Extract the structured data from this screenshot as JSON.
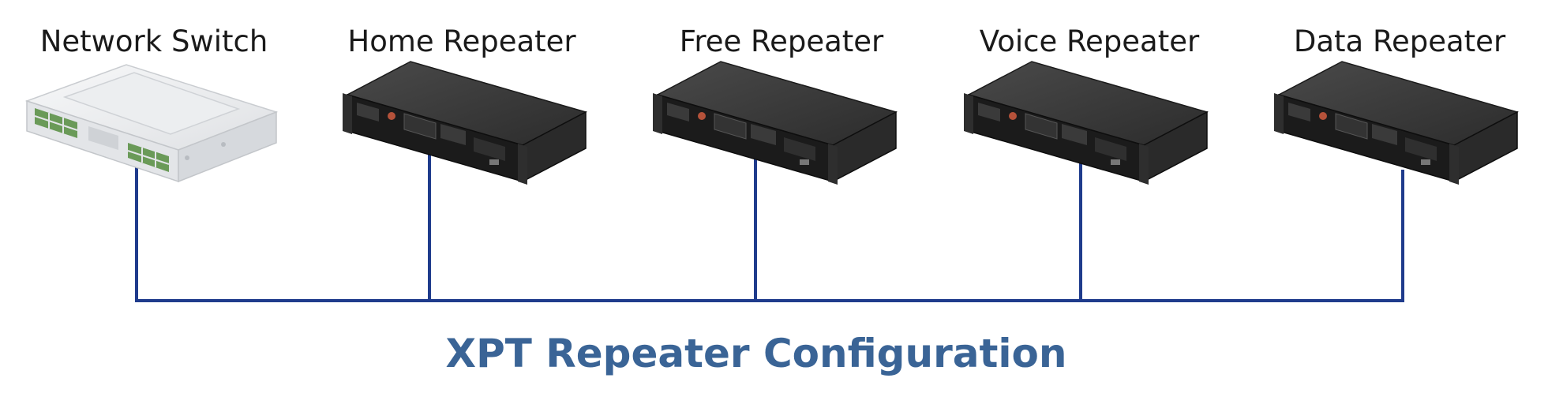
{
  "devices": [
    {
      "id": "network-switch",
      "label": "Network Switch",
      "kind": "switch"
    },
    {
      "id": "home-repeater",
      "label": "Home Repeater",
      "kind": "repeater"
    },
    {
      "id": "free-repeater",
      "label": "Free Repeater",
      "kind": "repeater"
    },
    {
      "id": "voice-repeater",
      "label": "Voice Repeater",
      "kind": "repeater"
    },
    {
      "id": "data-repeater",
      "label": "Data Repeater",
      "kind": "repeater"
    }
  ],
  "title": "XPT Repeater Configuration",
  "colors": {
    "cable": "#1f3b8c",
    "title": "#3a6496",
    "repeater_top": "#3a3a3a",
    "repeater_front": "#1b1b1b",
    "switch_body": "#e9eaec"
  }
}
